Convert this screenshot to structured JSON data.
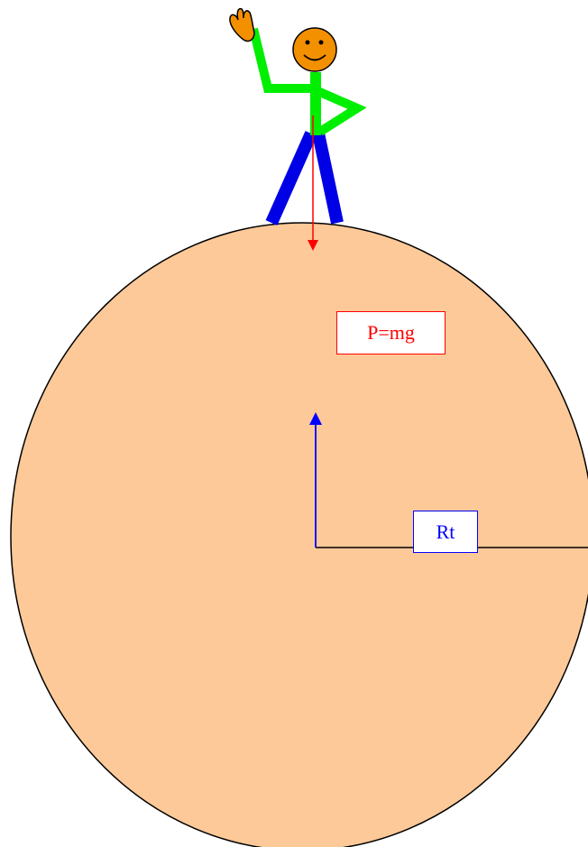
{
  "labels": {
    "weight": "P=mg",
    "radius": "Rt"
  },
  "colors": {
    "planet_fill": "#fdc998",
    "planet_stroke": "#000000",
    "weight_arrow": "#ff0000",
    "radius_arrow": "#0000ff",
    "body_green": "#00ee00",
    "legs_blue": "#0000e6",
    "head_orange": "#f39000"
  },
  "figure": {
    "head-icon": "smiley-face",
    "hand-icon": "waving-hand"
  }
}
